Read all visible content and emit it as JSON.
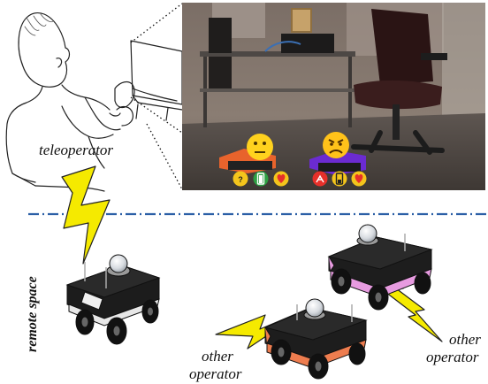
{
  "labels": {
    "teleoperator": "teleoperator",
    "remote_space": "remote space",
    "other_operator_left_1": "other",
    "other_operator_left_2": "operator",
    "other_operator_right_1": "other",
    "other_operator_right_2": "operator"
  },
  "colors": {
    "separator": "#2b5fa6",
    "lightning": "#f5ea00",
    "robot_white_trim": "#e8e8e8",
    "robot_orange_trim": "#ee7d4f",
    "robot_pink_trim": "#e79be0",
    "emoji_yellow": "#ffd21e",
    "icon_red": "#e6302a",
    "icon_green": "#2ea043"
  },
  "photo_overlay": {
    "left_robot_emoji": "neutral-face",
    "right_robot_emoji": "angry-face",
    "left_status_icons": [
      "question-icon",
      "battery-full-icon",
      "heart-icon"
    ],
    "right_status_icons": [
      "disconnect-icon",
      "battery-low-icon",
      "heart-icon"
    ]
  }
}
